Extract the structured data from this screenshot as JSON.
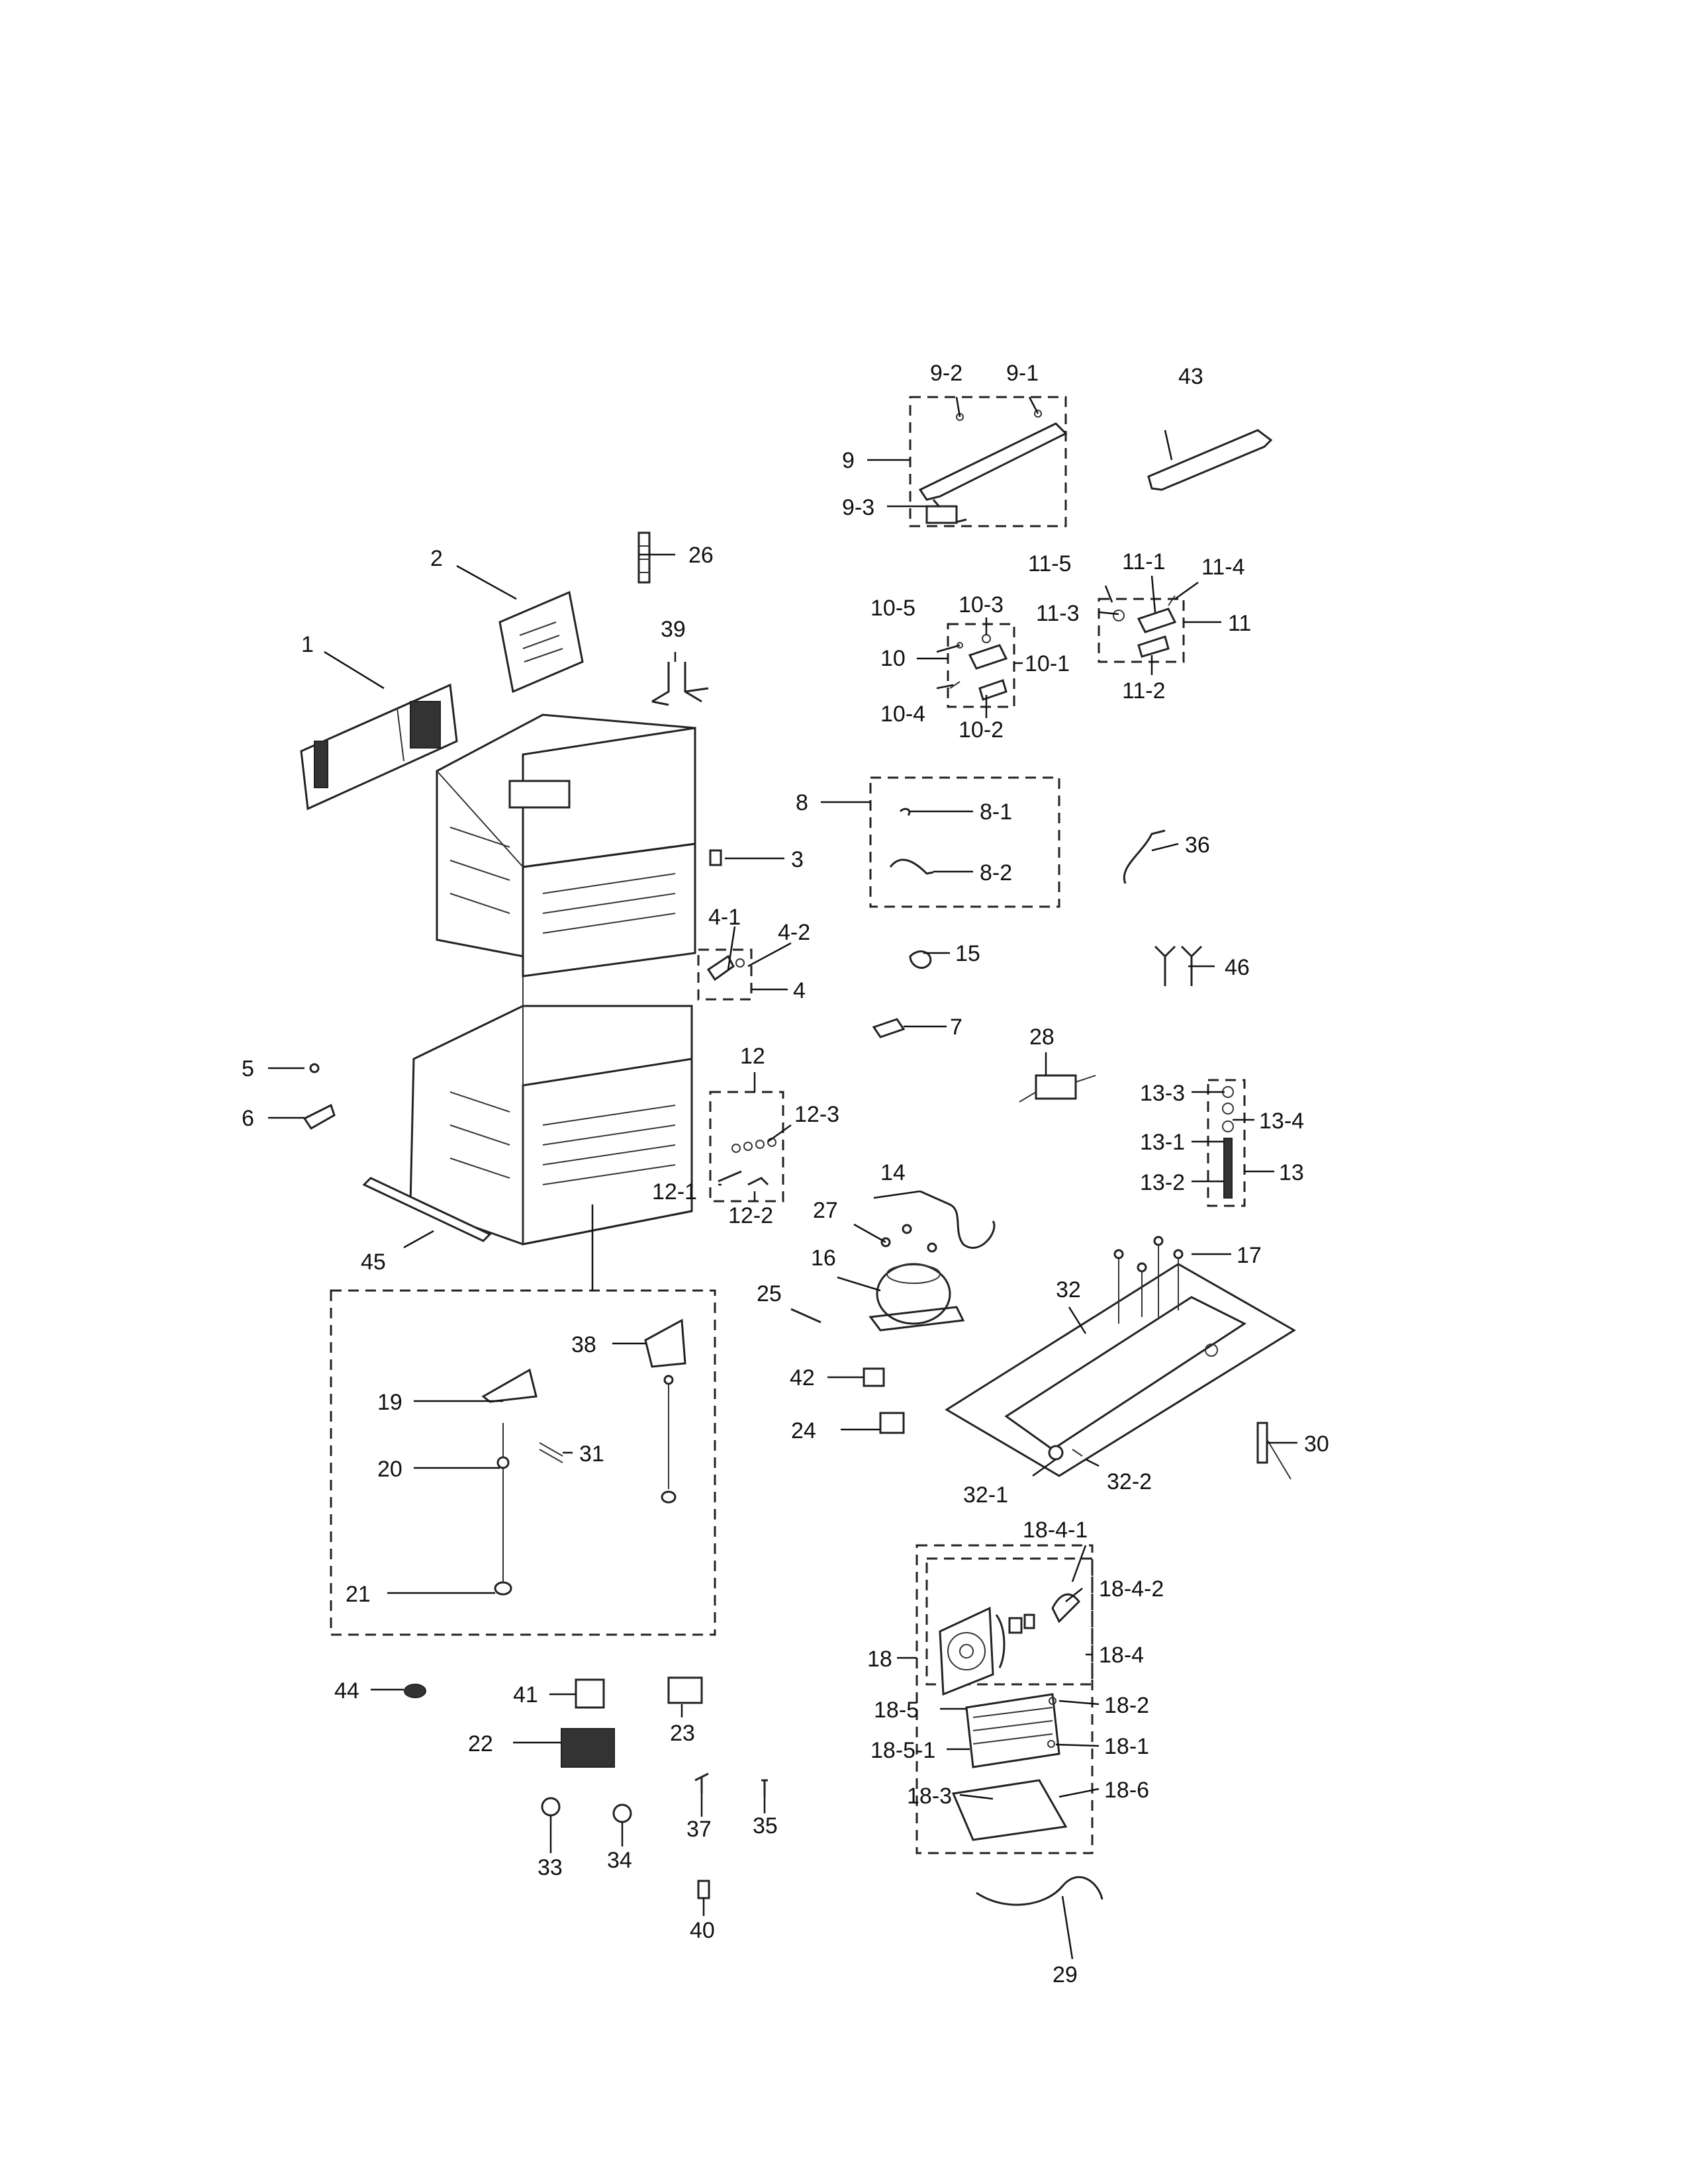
{
  "labels": {
    "l1": "1",
    "l2": "2",
    "l3": "3",
    "l4": "4",
    "l4_1": "4-1",
    "l4_2": "4-2",
    "l5": "5",
    "l6": "6",
    "l7": "7",
    "l8": "8",
    "l8_1": "8-1",
    "l8_2": "8-2",
    "l9": "9",
    "l9_1": "9-1",
    "l9_2": "9-2",
    "l9_3": "9-3",
    "l10": "10",
    "l10_1": "10-1",
    "l10_2": "10-2",
    "l10_3": "10-3",
    "l10_4": "10-4",
    "l10_5": "10-5",
    "l11": "11",
    "l11_1": "11-1",
    "l11_2": "11-2",
    "l11_3": "11-3",
    "l11_4": "11-4",
    "l11_5": "11-5",
    "l12": "12",
    "l12_1": "12-1",
    "l12_2": "12-2",
    "l12_3": "12-3",
    "l13": "13",
    "l13_1": "13-1",
    "l13_2": "13-2",
    "l13_3": "13-3",
    "l13_4": "13-4",
    "l14": "14",
    "l15": "15",
    "l16": "16",
    "l17": "17",
    "l18": "18",
    "l18_1": "18-1",
    "l18_2": "18-2",
    "l18_3": "18-3",
    "l18_4": "18-4",
    "l18_4_1": "18-4-1",
    "l18_4_2": "18-4-2",
    "l18_5": "18-5",
    "l18_5_1": "18-5-1",
    "l18_6": "18-6",
    "l19": "19",
    "l20": "20",
    "l21": "21",
    "l22": "22",
    "l23": "23",
    "l24": "24",
    "l25": "25",
    "l26": "26",
    "l27": "27",
    "l28": "28",
    "l29": "29",
    "l30": "30",
    "l31": "31",
    "l32": "32",
    "l32_1": "32-1",
    "l32_2": "32-2",
    "l33": "33",
    "l34": "34",
    "l35": "35",
    "l36": "36",
    "l37": "37",
    "l38": "38",
    "l39": "39",
    "l40": "40",
    "l41": "41",
    "l42": "42",
    "l43": "43",
    "l44": "44",
    "l45": "45",
    "l46": "46"
  }
}
